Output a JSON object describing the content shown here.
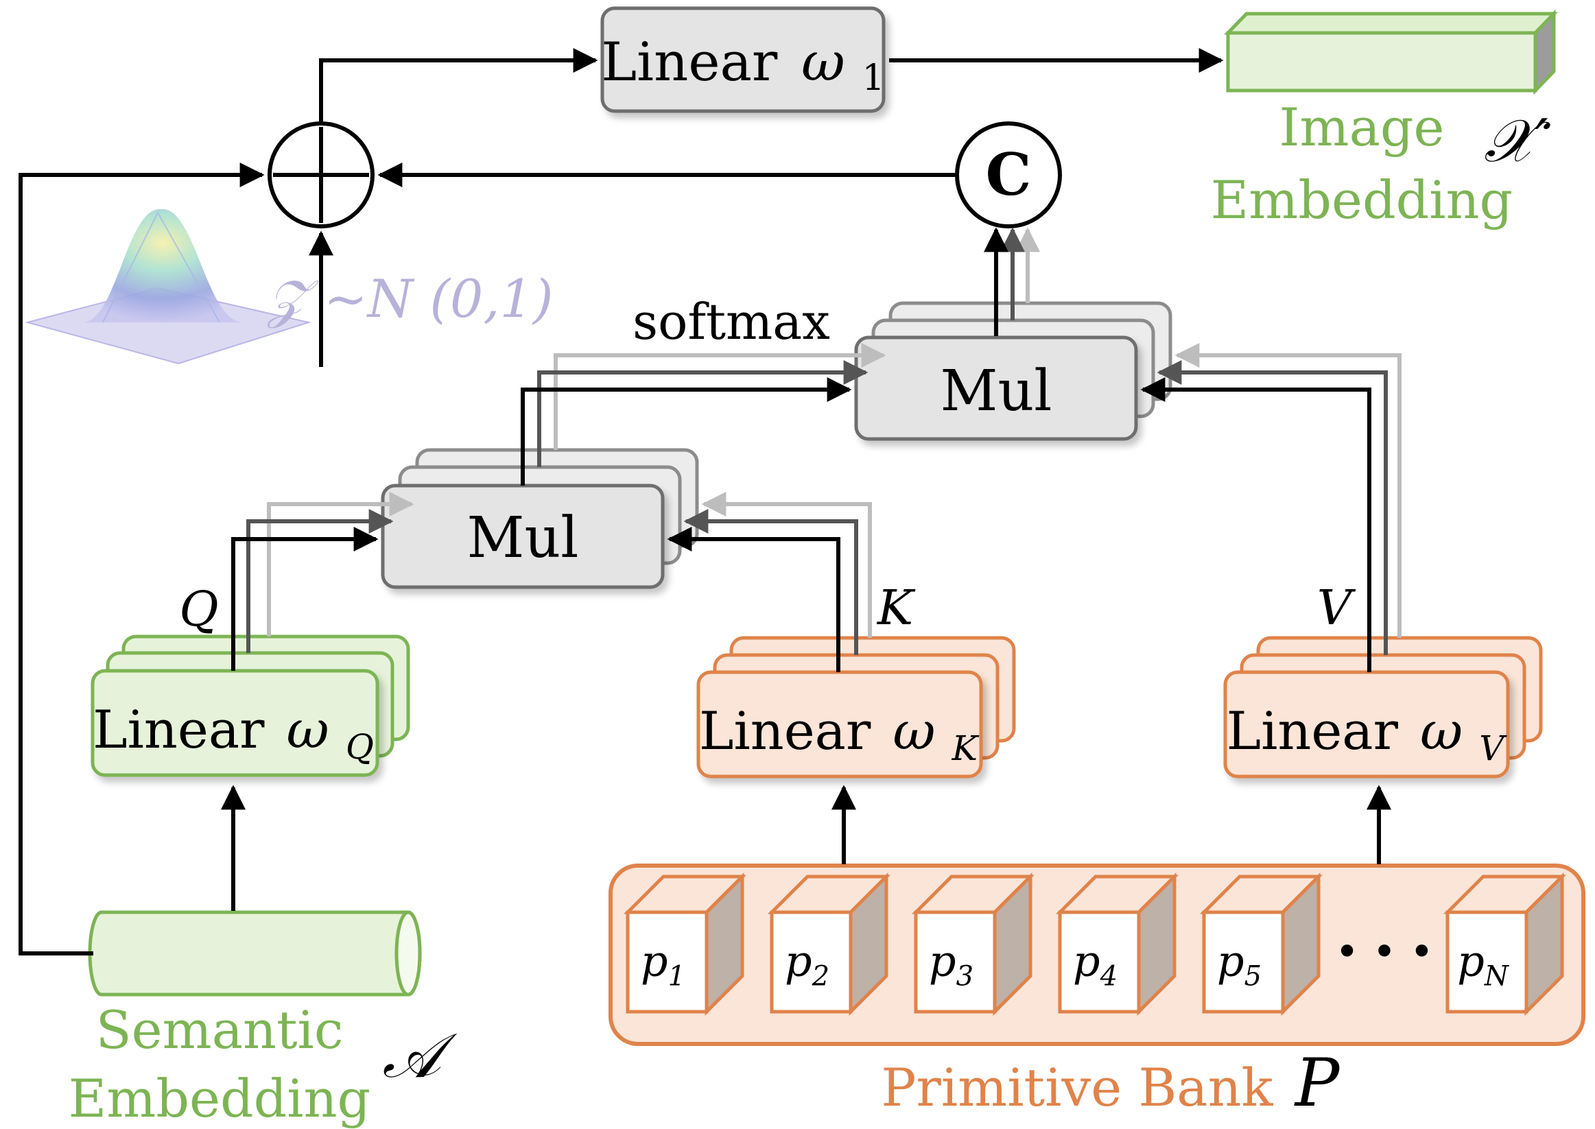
{
  "modules": {
    "linear_w1": {
      "text": "Linear",
      "sub": "ω",
      "subscript": "1"
    },
    "linear_wq": {
      "text": "Linear",
      "sub": "ω",
      "subscript": "Q"
    },
    "linear_wk": {
      "text": "Linear",
      "sub": "ω",
      "subscript": "K"
    },
    "linear_wv": {
      "text": "Linear",
      "sub": "ω",
      "subscript": "V"
    },
    "mul_qk": "Mul",
    "mul_v": "Mul",
    "softmax": "softmax",
    "concat": "C"
  },
  "labels": {
    "q": "Q",
    "k": "K",
    "v": "V",
    "image_embedding_line1": "Image",
    "image_embedding_line2": "Embedding",
    "image_symbol": "𝒳′",
    "semantic_embedding_line1": "Semantic",
    "semantic_embedding_line2": "Embedding",
    "semantic_symbol": "𝒜",
    "noise": "𝒵 ~N (0,1)",
    "primitive_bank": "Primitive Bank",
    "primitive_symbol": "P"
  },
  "primitives": [
    {
      "base": "p",
      "sub": "1"
    },
    {
      "base": "p",
      "sub": "2"
    },
    {
      "base": "p",
      "sub": "3"
    },
    {
      "base": "p",
      "sub": "4"
    },
    {
      "base": "p",
      "sub": "5"
    },
    {
      "base": "p",
      "sub": "N"
    }
  ],
  "ellipsis": "• • •",
  "colors": {
    "green": "#7db454",
    "orange": "#e0834a",
    "gray": "#6e6e6e",
    "noise": "#b6b2d9"
  }
}
